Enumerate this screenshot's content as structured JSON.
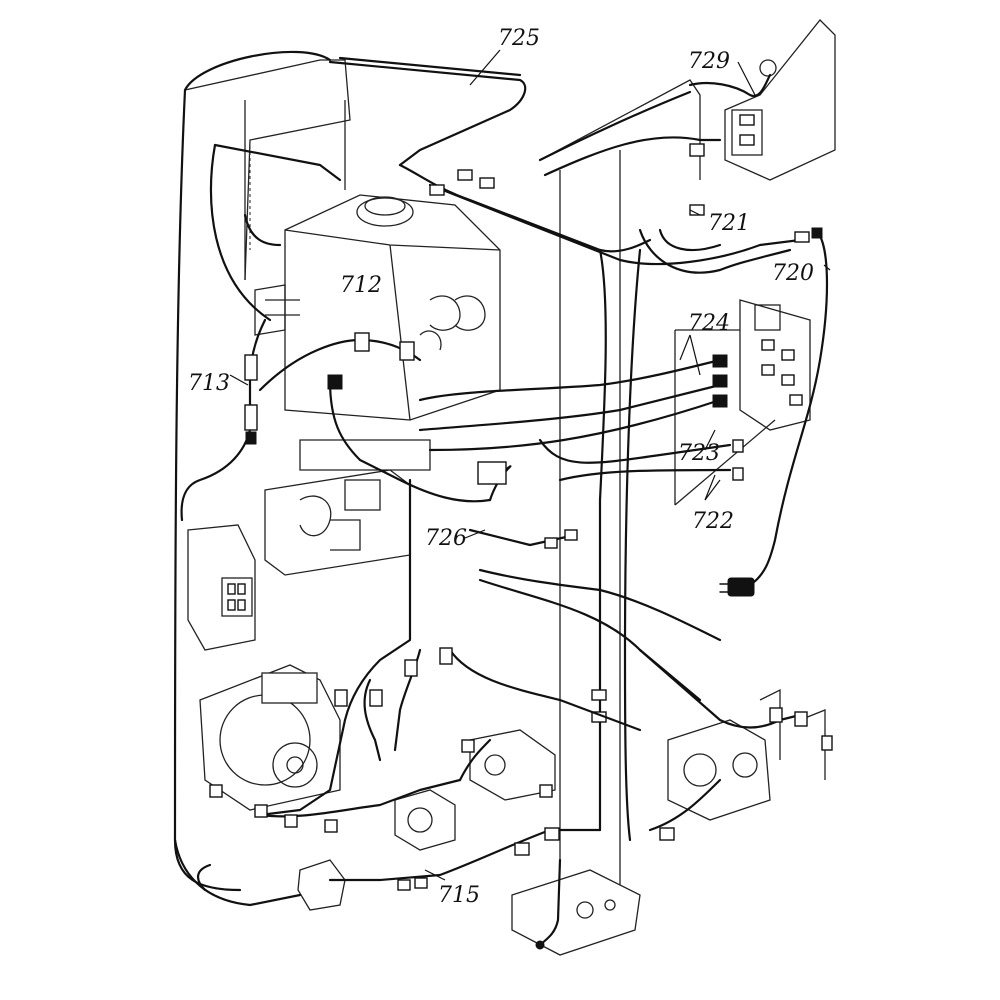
{
  "callouts": {
    "c712": "712",
    "c713": "713",
    "c715": "715",
    "c720": "720",
    "c721": "721",
    "c722": "722",
    "c723": "723",
    "c724": "724",
    "c725": "725",
    "c726": "726",
    "c729": "729"
  },
  "icons": {
    "heat_exchanger": "heat-exchanger-icon",
    "blower_motor": "blower-motor-icon",
    "gas_valve": "gas-valve-icon",
    "control_board": "control-board-icon",
    "power_plug": "power-plug-icon"
  }
}
